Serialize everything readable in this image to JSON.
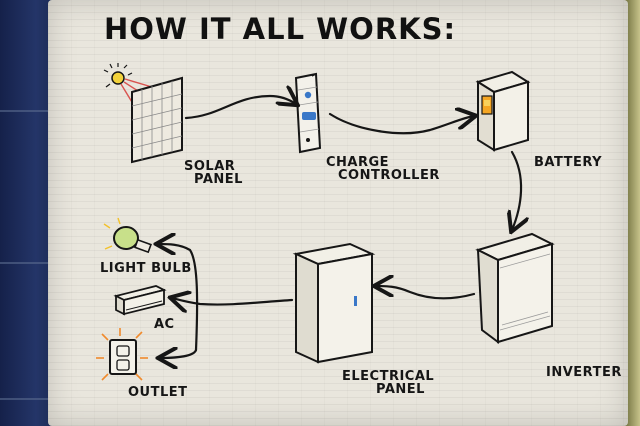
{
  "title": "HOW IT ALL WORKS:",
  "nodes": {
    "solar_panel": {
      "line1": "SOLAR",
      "line2": "PANEL"
    },
    "charge_controller": {
      "line1": "CHARGE",
      "line2": "CONTROLLER"
    },
    "battery": {
      "line1": "BATTERY"
    },
    "inverter": {
      "line1": "INVERTER"
    },
    "electrical_panel": {
      "line1": "ELECTRICAL",
      "line2": "PANEL"
    },
    "light_bulb": {
      "line1": "LIGHT BULB"
    },
    "ac": {
      "line1": "AC"
    },
    "outlet": {
      "line1": "OUTLET"
    }
  },
  "colors": {
    "ink": "#161616",
    "sun": "#f2d23b",
    "ray": "#d9534f",
    "battery_indicator": "#f5a623",
    "controller_accent": "#3a78c8",
    "bulb": "#c8e08a",
    "spark": "#f08a2c"
  }
}
